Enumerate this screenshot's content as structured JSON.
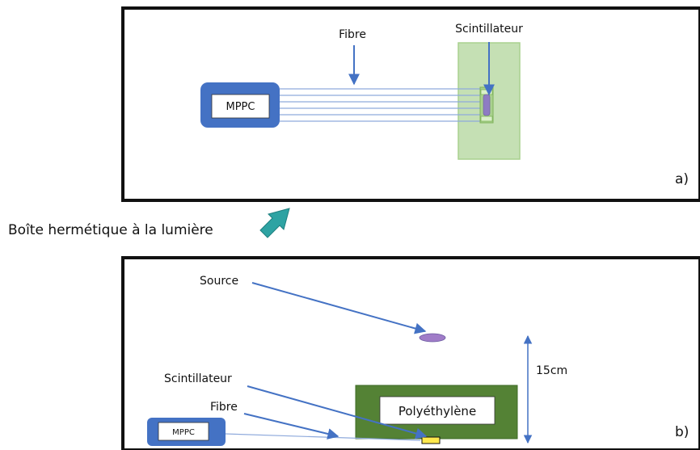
{
  "panel_a": {
    "label": "a)",
    "fiber_label": "Fibre",
    "scintillator_label": "Scintillateur",
    "mppc_label": "MPPC"
  },
  "box_caption": "Boîte hermétique à la lumière",
  "panel_b": {
    "label": "b)",
    "source_label": "Source",
    "scintillator_label": "Scintillateur",
    "fiber_label": "Fibre",
    "mppc_label": "MPPC",
    "polyethylene_label": "Polyéthylène",
    "distance_label": "15cm"
  },
  "colors": {
    "frame": "#111111",
    "mppc_blue": "#4472C4",
    "arrow_blue": "#4472C4",
    "fiber_line": "#8FAADC",
    "scint_light_green": "#C5E0B4",
    "scint_green": "#A9D18E",
    "scint_purple": "#8E7CC3",
    "teal_arrow": "#2EA3A3",
    "polyethylene_green": "#548235",
    "source_purple": "#A07CC8",
    "yellow": "#FFE84D"
  }
}
